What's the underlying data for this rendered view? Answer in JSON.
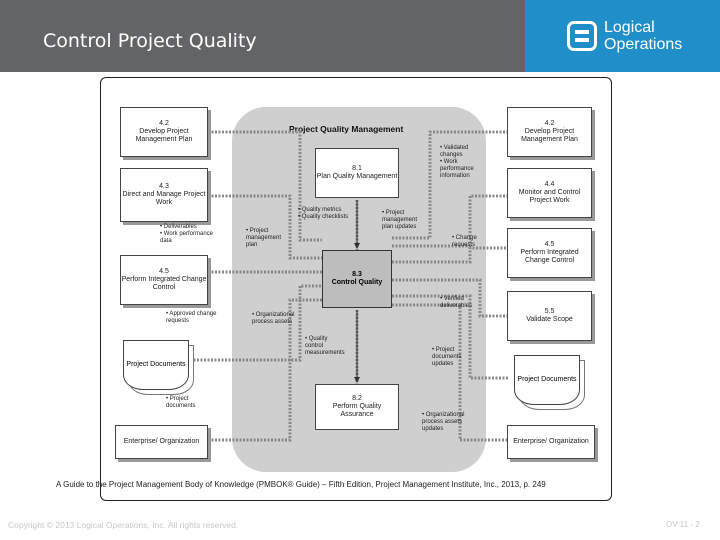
{
  "header": {
    "title": "Control Project Quality"
  },
  "logo": {
    "line1": "Logical",
    "line2": "Operations"
  },
  "diagram": {
    "panel_title": "Project Quality Management",
    "left_boxes": [
      {
        "id": "4.2",
        "name": "Develop Project Management Plan"
      },
      {
        "id": "4.3",
        "name": "Direct and Manage Project Work"
      },
      {
        "id": "4.5",
        "name": "Perform Integrated Change Control"
      }
    ],
    "left_docs": {
      "name": "Project Documents"
    },
    "left_org": {
      "name": "Enterprise/ Organization"
    },
    "right_boxes": [
      {
        "id": "4.2",
        "name": "Develop Project Management Plan"
      },
      {
        "id": "4.4",
        "name": "Monitor and Control Project Work"
      },
      {
        "id": "4.5",
        "name": "Perform Integrated Change Control"
      },
      {
        "id": "5.5",
        "name": "Validate Scope"
      }
    ],
    "right_docs": {
      "name": "Project Documents"
    },
    "right_org": {
      "name": "Enterprise/ Organization"
    },
    "plan_quality": {
      "id": "8.1",
      "name": "Plan Quality Management"
    },
    "control_quality": {
      "id": "8.3",
      "name": "Control Quality"
    },
    "perform_qa": {
      "id": "8.2",
      "name": "Perform Quality Assurance"
    },
    "labels": {
      "deliverables": "• Deliverables\n• Work performance\n  data",
      "pm_plan": "• Project\n  management\n  plan",
      "quality_metrics": "• Quality metrics\n• Quality checklists",
      "pm_plan_updates": "• Project\n  management\n  plan updates",
      "validated_changes": "• Validated\n  changes\n• Work\n  performance\n  information",
      "change_requests": "• Change\n  requests",
      "verified_deliverables": "• Verified\n  deliverables",
      "approved_change": "• Approved change\n  requests",
      "org_assets": "• Organizational\n  process assets",
      "qc_measurements": "• Quality\n  control\n  measurements",
      "project_documents_in": "• Project\n  documents",
      "doc_updates": "• Project\n  documents\n  updates",
      "org_assets_updates": "• Organizational\n  process assets\n  updates"
    }
  },
  "caption": "A Guide to the Project Management Body of Knowledge (PMBOK® Guide) – Fifth Edition, Project Management Institute, Inc., 2013, p. 249",
  "footer": {
    "copyright": "Copyright © 2013 Logical Operations, Inc. All rights reserved.",
    "page": "OV 11 - 2"
  }
}
